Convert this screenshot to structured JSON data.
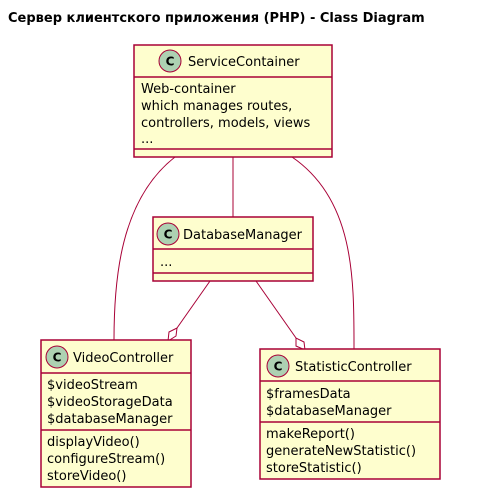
{
  "title": "Сервер клиентского приложения (PHP) - Class Diagram",
  "badge_letter": "C",
  "colors": {
    "class_fill": "#FEFECE",
    "border": "#A80036",
    "badge_fill": "#ADD1B2"
  },
  "classes": {
    "service_container": {
      "name": "ServiceContainer",
      "fields": [
        "Web-container",
        "which manages routes,",
        "controllers, models, views",
        "..."
      ],
      "methods": []
    },
    "database_manager": {
      "name": "DatabaseManager",
      "fields": [
        "..."
      ],
      "methods": []
    },
    "video_controller": {
      "name": "VideoController",
      "fields": [
        "$videoStream",
        "$videoStorageData",
        "$databaseManager"
      ],
      "methods": [
        "displayVideo()",
        "configureStream()",
        "storeVideo()"
      ]
    },
    "statistic_controller": {
      "name": "StatisticController",
      "fields": [
        "$framesData",
        "$databaseManager"
      ],
      "methods": [
        "makeReport()",
        "generateNewStatistic()",
        "storeStatistic()"
      ]
    }
  }
}
